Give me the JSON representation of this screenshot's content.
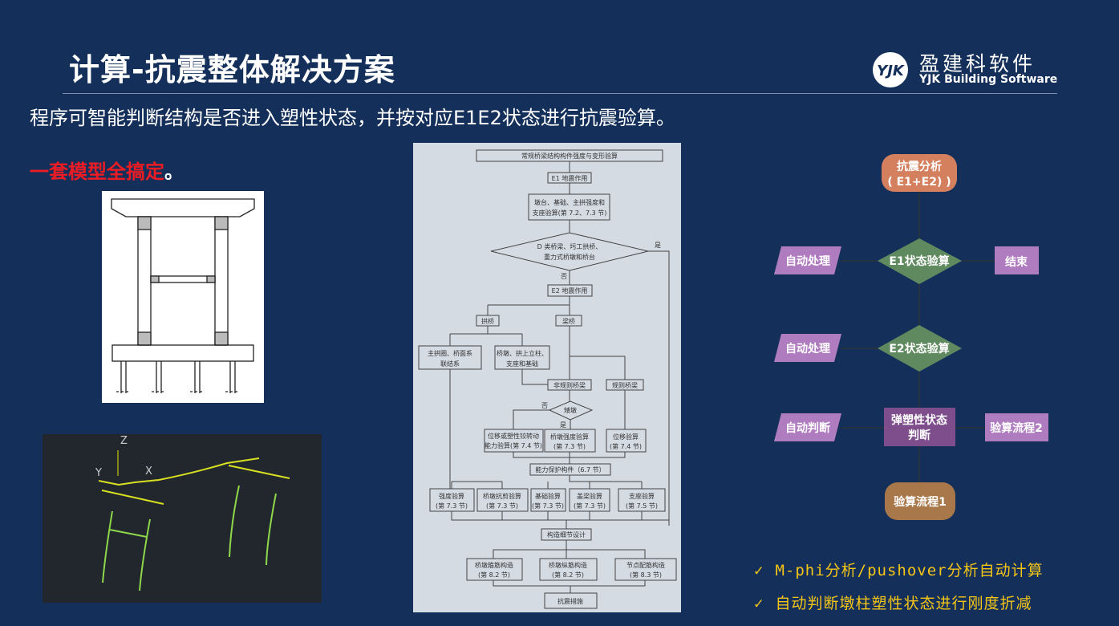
{
  "header": {
    "title": "计算-抗震整体解决方案",
    "logo_cn": "盈建科软件",
    "logo_en": "YJK Building Software",
    "logo_mark": "YJK"
  },
  "subtitle": "程序可智能判断结构是否进入塑性状态，并按对应E1E2状态进行抗震验算。",
  "slogan": {
    "text": "一套模型全搞定",
    "end": "。"
  },
  "cad": {
    "axis_z": "Z",
    "axis_y": "Y",
    "axis_x": "X"
  },
  "code_flow": {
    "title": "常规桥梁结构构件强度与变形验算",
    "e1": "E1 地震作用",
    "e1_check": [
      "墩台、基础、主拱强度和",
      "支座验算(第 7.2、7.3 节)"
    ],
    "decision": [
      "D 类桥梁、圬工拱桥、",
      "重力式桥墩和桥台"
    ],
    "yes": "是",
    "no": "否",
    "e2": "E2 地震作用",
    "arch": "拱桥",
    "beam": "梁桥",
    "arch_main": [
      "主拱圈、桥面系",
      "联结系"
    ],
    "arch_pier": [
      "桥墩、拱上立柱、",
      "支座和基础"
    ],
    "irregular": "非规则桥梁",
    "regular": "规则桥梁",
    "pier_q": "矮墩",
    "q_no": "否",
    "q_yes": "是",
    "disp_ductile": [
      "位移或塑性铰转动",
      "能力验算(第 7.4 节)"
    ],
    "pier_strength": [
      "桥墩强度验算",
      "(第 7.3 节)"
    ],
    "disp_check": [
      "位移验算",
      "(第 7.4 节)"
    ],
    "capacity": "能力保护构件（6.7 节）",
    "checks": [
      [
        "强度验算",
        "(第 7.3 节)"
      ],
      [
        "桥墩抗剪验算",
        "(第 7.3 节)"
      ],
      [
        "基础验算",
        "(第 7.3 节)"
      ],
      [
        "盖梁验算",
        "(第 7.3 节)"
      ],
      [
        "支座验算",
        "(第 7.5 节)"
      ]
    ],
    "detail": "构造细节设计",
    "details": [
      [
        "桥墩箍筋构造",
        "(第 8.2 节)"
      ],
      [
        "桥墩纵筋构造",
        "(第 8.2 节)"
      ],
      [
        "节点配筋构造",
        "(第 8.3 节)"
      ]
    ],
    "measures": "抗震措施"
  },
  "yjk_flow": {
    "start": [
      "抗震分析",
      "( E1+E2) )"
    ],
    "e1": "E1状态验算",
    "e2": "E2状态验算",
    "auto1": "自动处理",
    "auto2": "自动处理",
    "auto3": "自动判断",
    "end": "结束",
    "plastic": [
      "弹塑性状态",
      "判断"
    ],
    "flow2": "验算流程2",
    "flow1": "验算流程1",
    "colors": {
      "start": "#d4805f",
      "diamond": "#5f8a5f",
      "input": "#b07cc0",
      "process": "#7e4e8c",
      "terminal": "#a8784a"
    }
  },
  "bullets": [
    "M-phi分析/pushover分析自动计算",
    "自动判断墩柱塑性状态进行刚度折减"
  ],
  "bullet_icon": "check-icon"
}
